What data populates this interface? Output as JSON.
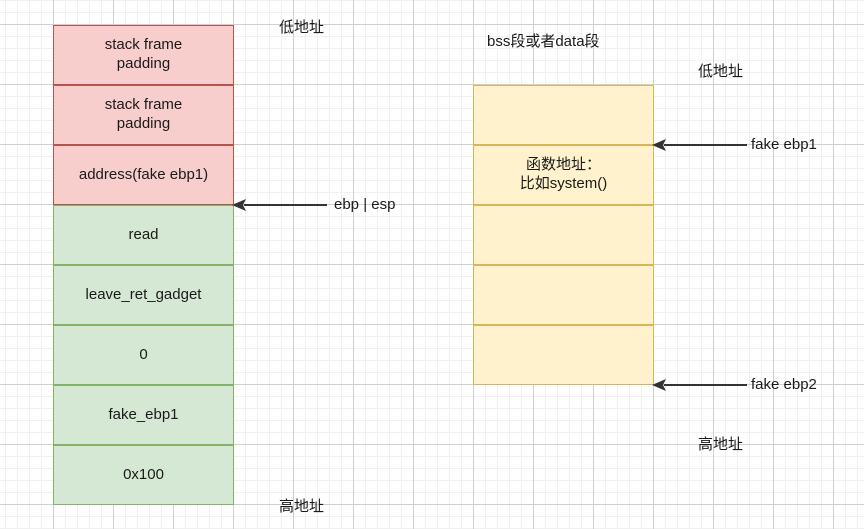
{
  "diagram": {
    "title_note": "stack frame pivot / fake ebp chain diagram",
    "stack_column": {
      "name": "stack",
      "cells": [
        {
          "id": "pad1",
          "label": "stack frame\npadding",
          "fill": "#f8cecc",
          "stroke": "#b85450"
        },
        {
          "id": "pad2",
          "label": "stack frame\npadding",
          "fill": "#f8cecc",
          "stroke": "#b85450"
        },
        {
          "id": "addr",
          "label": "address(fake ebp1)",
          "fill": "#f8cecc",
          "stroke": "#b85450"
        },
        {
          "id": "read",
          "label": "read",
          "fill": "#d5e8d4",
          "stroke": "#82b366"
        },
        {
          "id": "leave",
          "label": "leave_ret_gadget",
          "fill": "#d5e8d4",
          "stroke": "#82b366"
        },
        {
          "id": "zero",
          "label": "0",
          "fill": "#d5e8d4",
          "stroke": "#82b366"
        },
        {
          "id": "fakeebp",
          "label": "fake_ebp1",
          "fill": "#d5e8d4",
          "stroke": "#82b366"
        },
        {
          "id": "size",
          "label": "0x100",
          "fill": "#d5e8d4",
          "stroke": "#82b366"
        }
      ],
      "low_address_label": "低地址",
      "high_address_label": "高地址",
      "pointer_label": "ebp | esp"
    },
    "memory_column": {
      "heading": "bss段或者data段",
      "cells": [
        {
          "id": "m1",
          "label": "",
          "fill": "#fff2cc",
          "stroke": "#d6b656"
        },
        {
          "id": "m2",
          "label": "函数地址：\n比如system()",
          "fill": "#fff2cc",
          "stroke": "#d6b656"
        },
        {
          "id": "m3",
          "label": "",
          "fill": "#fff2cc",
          "stroke": "#d6b656"
        },
        {
          "id": "m4",
          "label": "",
          "fill": "#fff2cc",
          "stroke": "#d6b656"
        },
        {
          "id": "m5",
          "label": "",
          "fill": "#fff2cc",
          "stroke": "#d6b656"
        }
      ],
      "low_address_label": "低地址",
      "high_address_label": "高地址",
      "pointer_label_top": "fake ebp1",
      "pointer_label_bottom": "fake ebp2"
    },
    "colors": {
      "red_fill": "#f8cecc",
      "red_stroke": "#b85450",
      "green_fill": "#d5e8d4",
      "green_stroke": "#82b366",
      "yellow_fill": "#fff2cc",
      "yellow_stroke": "#d6b656",
      "arrow": "#333333",
      "grid_minor": "#f0f0f0",
      "grid_major": "#d0d0d0",
      "text": "#1a1a1a"
    }
  }
}
